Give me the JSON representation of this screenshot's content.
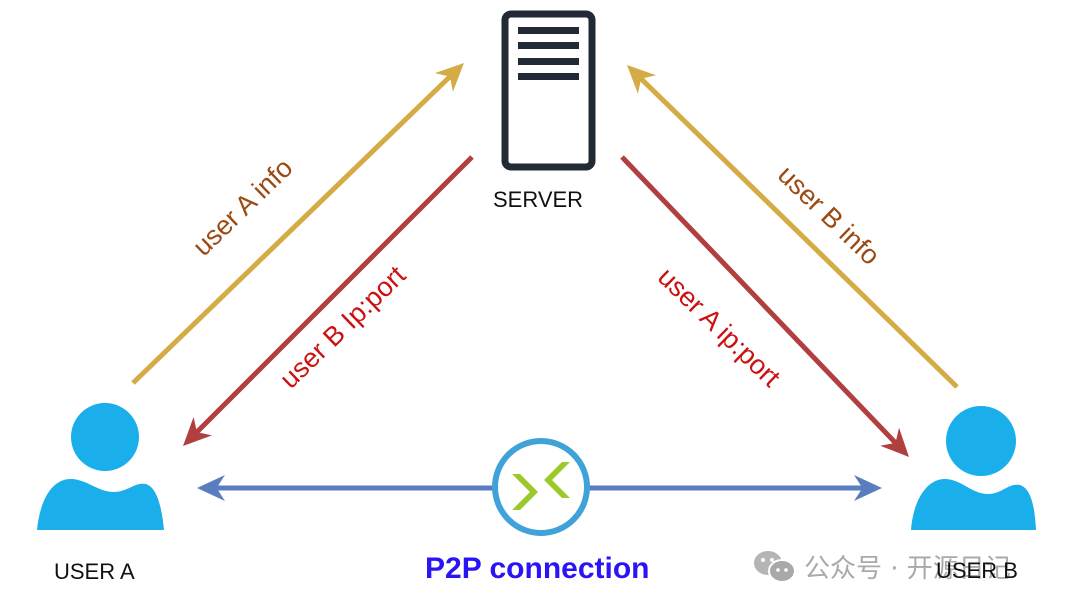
{
  "diagram": {
    "nodes": {
      "server": {
        "label": "SERVER",
        "icon": "server-icon"
      },
      "user_a": {
        "label": "USER A",
        "icon": "user-icon"
      },
      "user_b": {
        "label": "USER B",
        "icon": "user-icon"
      },
      "p2p_hub": {
        "icon": "remote-connection-icon"
      }
    },
    "edges": {
      "a_to_server": {
        "label": "user A info",
        "from": "USER A",
        "to": "SERVER"
      },
      "server_to_a": {
        "label": "user B Ip:port",
        "from": "SERVER",
        "to": "USER A"
      },
      "server_to_b": {
        "label": "user A ip:port",
        "from": "SERVER",
        "to": "USER B"
      },
      "b_to_server": {
        "label": "user B info",
        "from": "USER B",
        "to": "SERVER"
      },
      "p2p": {
        "label": "P2P connection",
        "from": "USER A",
        "to": "USER B",
        "bidirectional": true
      }
    },
    "colors": {
      "info_arrow": "#d4ab45",
      "info_text": "#9c4a14",
      "ipport_arrow": "#b0403f",
      "ipport_text": "#cc1111",
      "p2p_arrow": "#5a7dbf",
      "p2p_text": "#2a14f5",
      "user_fill": "#1aaeea",
      "server_stroke": "#222a36",
      "hub_ring": "#3fa3d9",
      "hub_chevron": "#9bc92a"
    }
  },
  "watermark": {
    "text": "公众号 · 开源日记",
    "icon": "wechat-icon"
  }
}
